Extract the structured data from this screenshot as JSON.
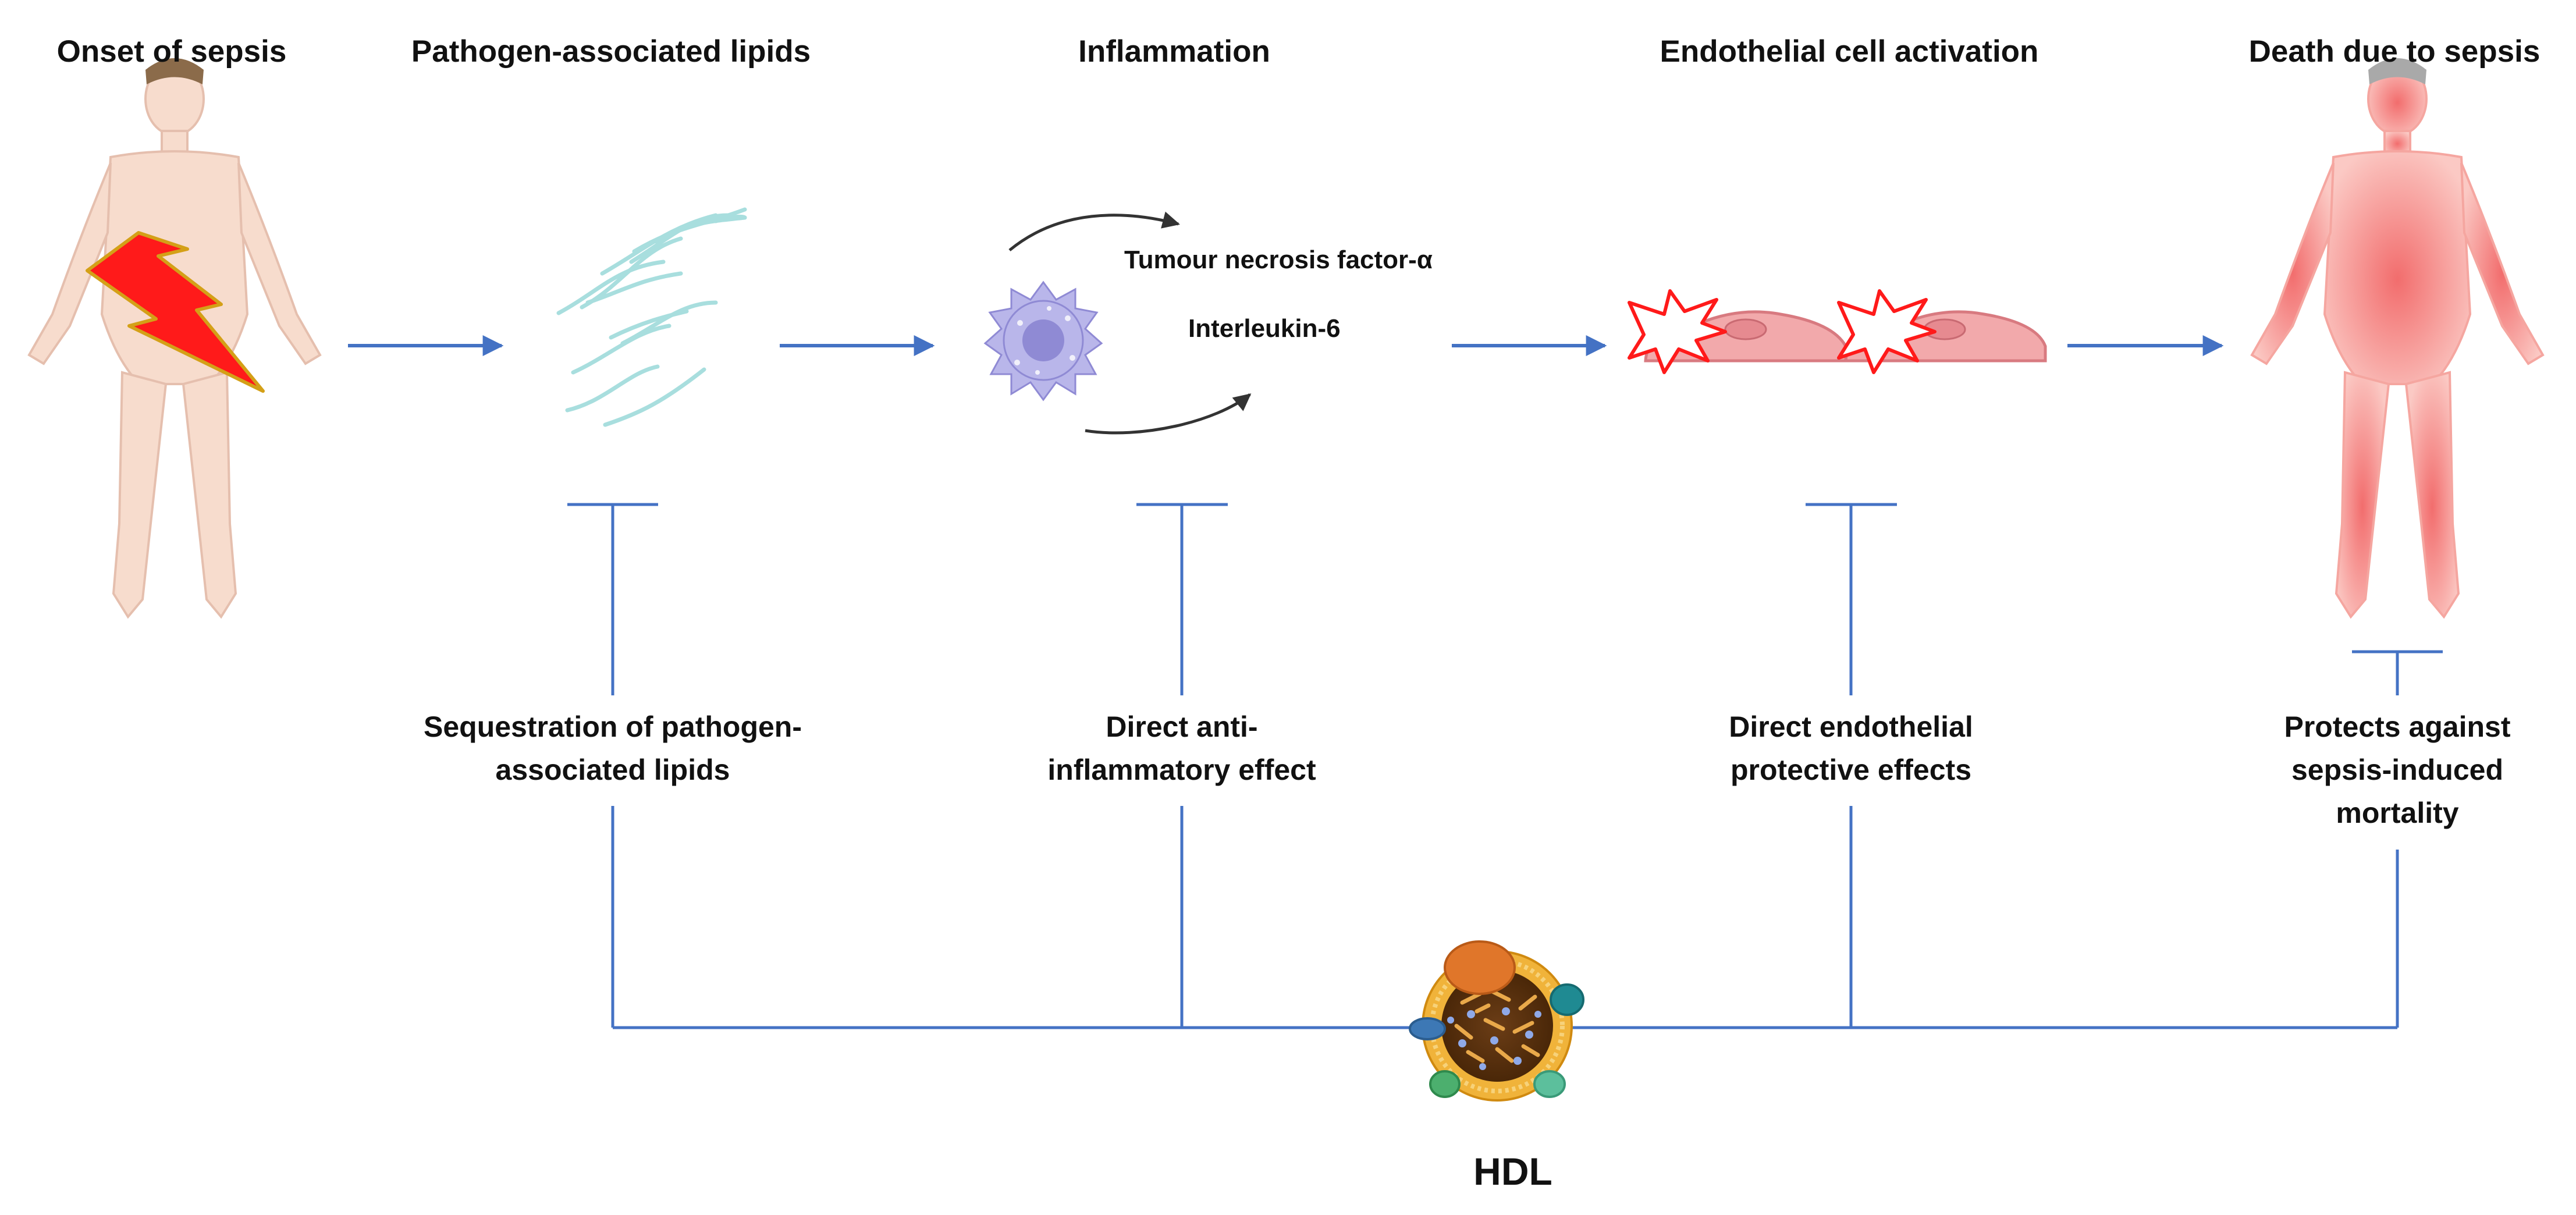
{
  "stages": [
    {
      "title": "Onset of sepsis"
    },
    {
      "title": "Pathogen-associated lipids"
    },
    {
      "title": "Inflammation"
    },
    {
      "title": "Endothelial cell activation"
    },
    {
      "title": "Death due to sepsis"
    }
  ],
  "cytokines": [
    "Tumour necrosis factor-α",
    "Interleukin-6"
  ],
  "effects": [
    {
      "line1": "Sequestration of pathogen-",
      "line2": "associated lipids"
    },
    {
      "line1": "Direct anti-",
      "line2": "inflammatory effect"
    },
    {
      "line1": "Direct endothelial",
      "line2": "protective effects"
    },
    {
      "line1": "Protects against",
      "line2": "sepsis-induced",
      "line3": "mortality"
    }
  ],
  "hdl_label": "HDL",
  "colors": {
    "arrow": "#4472c4",
    "skin": "#f7dccd",
    "death_body": "#f48c8c",
    "bolt": "#ff1a1a",
    "lipid": "#a8dede",
    "cell": "#b9b6ea",
    "endothelial": "#f2a9ab"
  },
  "icons": [
    "human-figure-icon",
    "lightning-bolt-icon",
    "lipid-strands-icon",
    "immune-cell-icon",
    "endothelial-cell-icon",
    "burst-icon",
    "hdl-particle-icon"
  ]
}
